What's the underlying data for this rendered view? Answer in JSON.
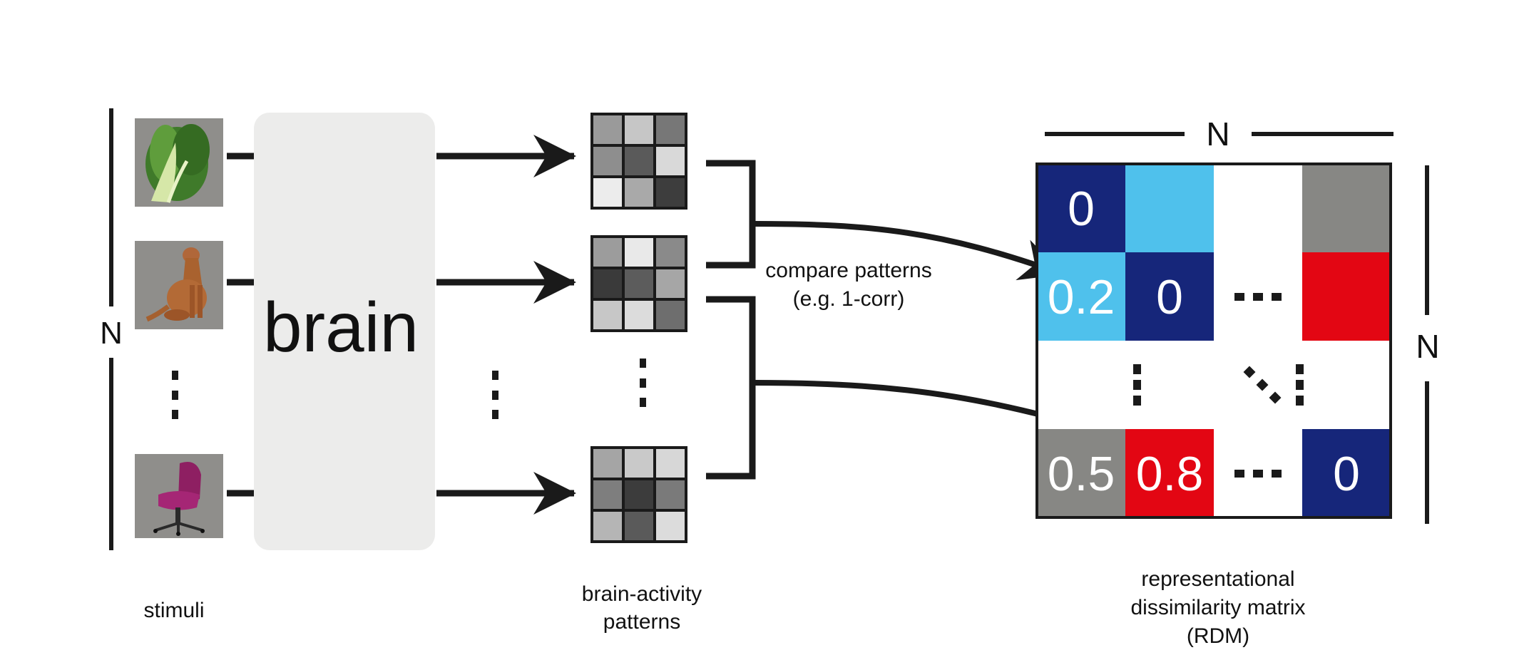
{
  "stimuli": {
    "axis_label": "N",
    "caption": "stimuli",
    "items": [
      {
        "name": "lettuce",
        "icon": "lettuce-image"
      },
      {
        "name": "dog",
        "icon": "dog-image"
      },
      {
        "name": "chair",
        "icon": "chair-image"
      }
    ]
  },
  "brain": {
    "label": "brain"
  },
  "patterns": {
    "caption_line1": "brain-activity",
    "caption_line2": "patterns",
    "grids": [
      [
        "#9a9a9a",
        "#c6c6c6",
        "#777777",
        "#8e8e8e",
        "#5a5a5a",
        "#d9d9d9",
        "#ececec",
        "#a9a9a9",
        "#3d3d3d"
      ],
      [
        "#9c9c9c",
        "#e9e9e9",
        "#8a8a8a",
        "#3a3a3a",
        "#5c5c5c",
        "#a6a6a6",
        "#c7c7c7",
        "#dcdcdc",
        "#6e6e6e"
      ],
      [
        "#a5a5a5",
        "#c9c9c9",
        "#d7d7d7",
        "#7e7e7e",
        "#3c3c3c",
        "#7a7a7a",
        "#b5b5b5",
        "#5a5a5a",
        "#dcdcdc"
      ]
    ]
  },
  "compare": {
    "line1": "compare patterns",
    "line2": "(e.g. 1-corr)"
  },
  "rdm": {
    "top_label": "N",
    "right_label": "N",
    "caption_line1": "representational",
    "caption_line2": "dissimilarity matrix",
    "caption_line3": "(RDM)",
    "colors": {
      "dark_blue": "#16267a",
      "light_blue": "#4fc1ec",
      "red": "#e30613",
      "gray": "#878784"
    },
    "cells": [
      {
        "row": 0,
        "col": 0,
        "value": "0",
        "color": "#16267a"
      },
      {
        "row": 0,
        "col": 1,
        "value": "",
        "color": "#4fc1ec"
      },
      {
        "row": 0,
        "col": 3,
        "value": "",
        "color": "#878784"
      },
      {
        "row": 1,
        "col": 0,
        "value": "0.2",
        "color": "#4fc1ec"
      },
      {
        "row": 1,
        "col": 1,
        "value": "0",
        "color": "#16267a"
      },
      {
        "row": 1,
        "col": 3,
        "value": "",
        "color": "#e30613"
      },
      {
        "row": 3,
        "col": 0,
        "value": "0.5",
        "color": "#878784"
      },
      {
        "row": 3,
        "col": 1,
        "value": "0.8",
        "color": "#e30613"
      },
      {
        "row": 3,
        "col": 3,
        "value": "0",
        "color": "#16267a"
      }
    ]
  }
}
